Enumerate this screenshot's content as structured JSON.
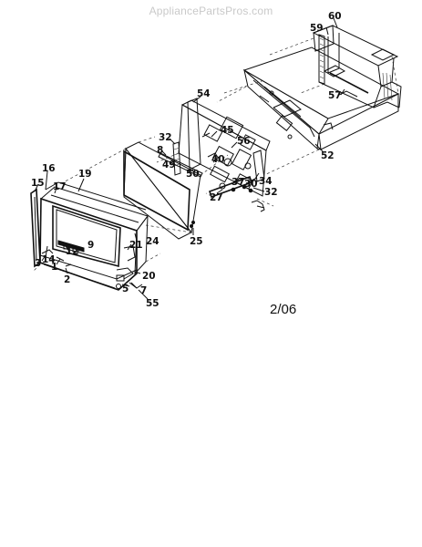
{
  "watermark": "AppliancePartsPros.com",
  "date_code": "2/06",
  "callouts": [
    {
      "id": "c60",
      "label": "60"
    },
    {
      "id": "c59",
      "label": "59"
    },
    {
      "id": "c57",
      "label": "57"
    },
    {
      "id": "c52",
      "label": "52"
    },
    {
      "id": "c54",
      "label": "54"
    },
    {
      "id": "c32a",
      "label": "32"
    },
    {
      "id": "c45",
      "label": "45"
    },
    {
      "id": "c56",
      "label": "56"
    },
    {
      "id": "c8",
      "label": "8"
    },
    {
      "id": "c49",
      "label": "49"
    },
    {
      "id": "c40",
      "label": "40"
    },
    {
      "id": "c50",
      "label": "50"
    },
    {
      "id": "c27",
      "label": "27"
    },
    {
      "id": "c37",
      "label": "37"
    },
    {
      "id": "c30",
      "label": "30"
    },
    {
      "id": "c34",
      "label": "34"
    },
    {
      "id": "c32b",
      "label": "32"
    },
    {
      "id": "c25",
      "label": "25"
    },
    {
      "id": "c16",
      "label": "16"
    },
    {
      "id": "c19",
      "label": "19"
    },
    {
      "id": "c15",
      "label": "15"
    },
    {
      "id": "c17",
      "label": "17"
    },
    {
      "id": "c9",
      "label": "9"
    },
    {
      "id": "c12",
      "label": "12"
    },
    {
      "id": "c24",
      "label": "24"
    },
    {
      "id": "c21",
      "label": "21"
    },
    {
      "id": "c3",
      "label": "3"
    },
    {
      "id": "c14",
      "label": "14"
    },
    {
      "id": "c1",
      "label": "1"
    },
    {
      "id": "c2",
      "label": "2"
    },
    {
      "id": "c20",
      "label": "20"
    },
    {
      "id": "c5",
      "label": "5"
    },
    {
      "id": "c7",
      "label": "7"
    },
    {
      "id": "c55",
      "label": "55"
    }
  ]
}
